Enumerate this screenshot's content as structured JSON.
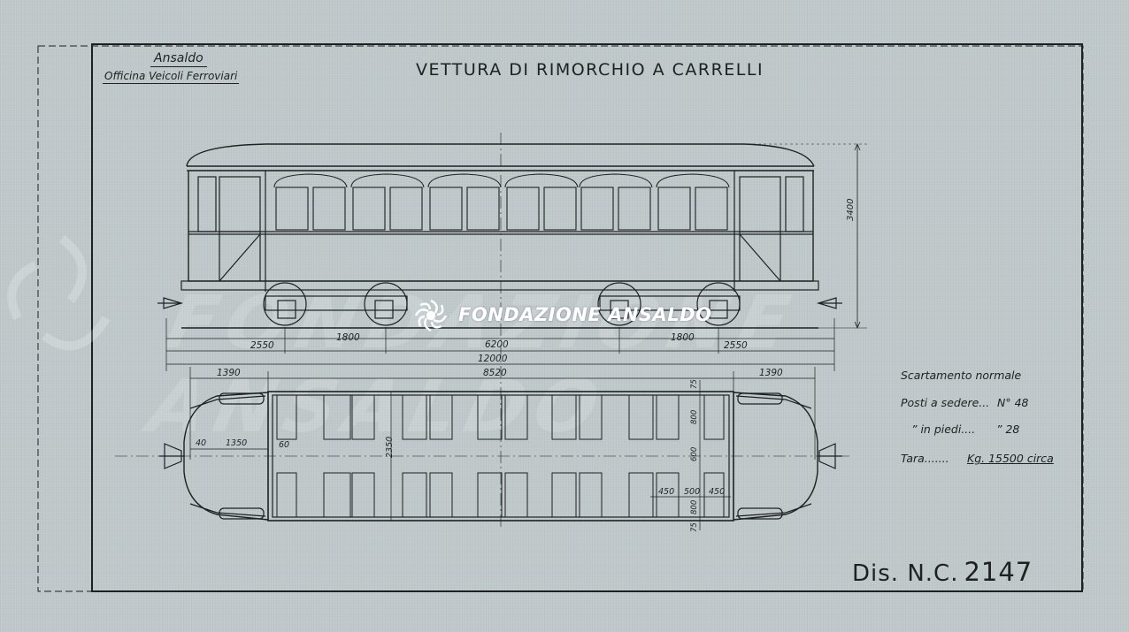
{
  "header": {
    "company": "Ansaldo",
    "department": "Officina Veicoli Ferroviari",
    "title": "VETTURA DI RIMORCHIO A CARRELLI"
  },
  "side_view": {
    "height_dim": "3400",
    "dims": {
      "left_overhang": "2550",
      "left_bogie_wheelbase": "1800",
      "bogie_centers": "6200",
      "right_bogie_wheelbase": "1800",
      "right_overhang": "2550",
      "overall_length": "12000"
    }
  },
  "plan_view": {
    "dims": {
      "left_platform": "1390",
      "body_length": "8520",
      "right_platform": "1390",
      "width": "2350",
      "margin_top": "75",
      "seat_depth_top": "800",
      "aisle": "600",
      "seat_depth_bottom": "800",
      "margin_bottom": "75",
      "seat_a": "450",
      "seat_gap": "500",
      "seat_b": "450",
      "end_40": "40",
      "end_1350": "1350",
      "end_60": "60"
    }
  },
  "specs": {
    "gauge": "Scartamento normale",
    "seated_label": "Posti a sedere...",
    "seated_value": "N° 48",
    "standing_label": "”  in piedi....",
    "standing_value": "”  28",
    "tare_label": "Tara.......",
    "tare_value": "Kg. 15500 circa"
  },
  "drawing_number": {
    "label": "Dis. N.C.",
    "number": "2147"
  },
  "watermark": {
    "text": "FONDAZIONE ANSALDO",
    "big": "FONDAZIONE ANSALDO"
  },
  "colors": {
    "paper": "#bfc8ca",
    "ink": "#1d2124",
    "watermark": "#ffffff"
  }
}
